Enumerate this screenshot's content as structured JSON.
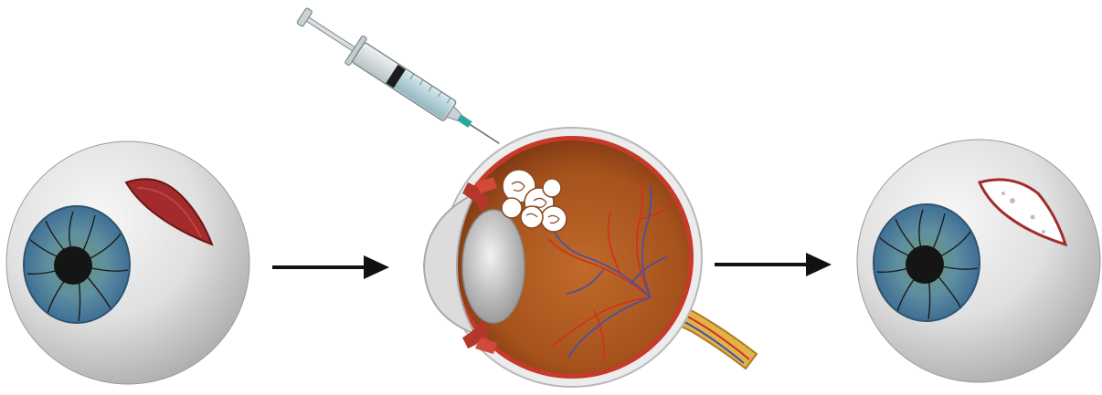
{
  "figure": {
    "panels": [
      {
        "id": "before",
        "content": [
          "eyeball",
          "iris",
          "pupil",
          "scleral-lesion"
        ]
      },
      {
        "id": "procedure",
        "content": [
          "syringe",
          "injected-material",
          "eye-cross-section",
          "retinal-vessels",
          "optic-nerve"
        ]
      },
      {
        "id": "after",
        "content": [
          "eyeball",
          "iris",
          "pupil",
          "filled-lesion"
        ]
      }
    ],
    "arrows": [
      "before-to-procedure",
      "procedure-to-after"
    ],
    "colors": {
      "sclera": "#e4e4e4",
      "iris_blue": "#4e86a8",
      "iris_green": "#6e9a78",
      "pupil": "#151515",
      "lesion": "#a32b2b",
      "lesion_fill": "#ffffff",
      "eye_interior": "#a5521c",
      "retina_vessel_red": "#d0301e",
      "retina_vessel_blue": "#4050b0",
      "optic_nerve": "#e2b24a",
      "needle": "#2aa89a",
      "arrow": "#111111"
    },
    "icons": [
      "eyeball-icon",
      "syringe-icon",
      "eye-cross-section-icon",
      "arrow-right-icon"
    ]
  }
}
